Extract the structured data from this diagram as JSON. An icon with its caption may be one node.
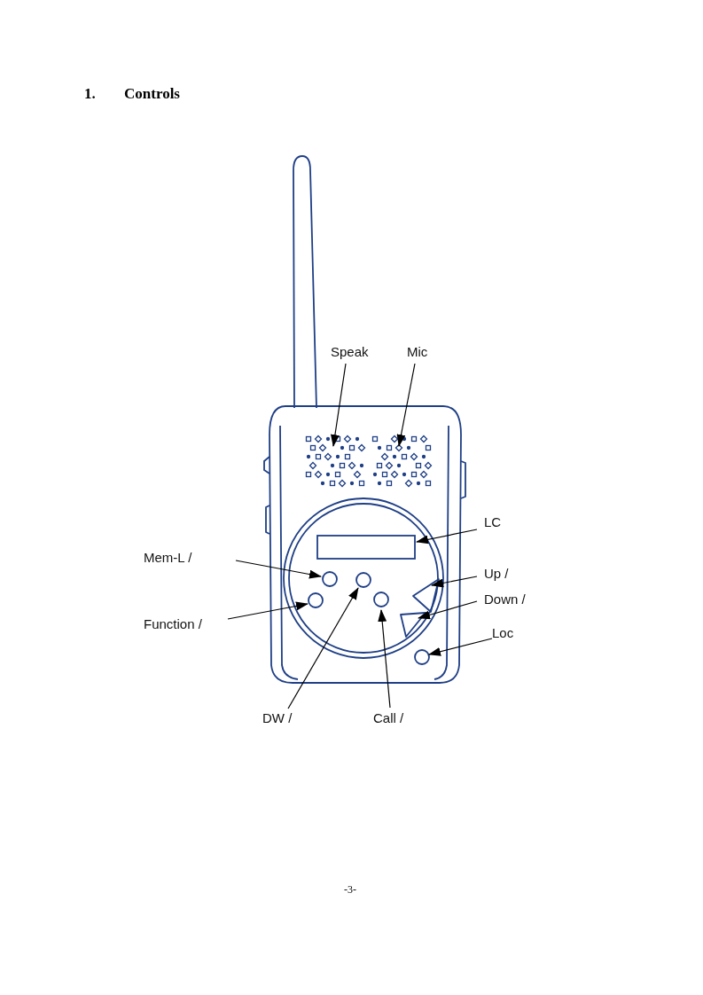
{
  "diagram": {
    "title": "1. Controls",
    "nodes": [
      {
        "text": [
          "Speak"
        ]
      },
      {
        "text": [
          "Mic"
        ]
      },
      {
        "text": [
          "LC"
        ]
      },
      {
        "text": [
          "Mem-L /"
        ]
      },
      {
        "text": [
          "Up /"
        ]
      },
      {
        "text": [
          "Down /"
        ]
      },
      {
        "text": [
          "Function /"
        ]
      },
      {
        "text": [
          "Loc"
        ]
      },
      {
        "text": [
          "DW /"
        ]
      },
      {
        "text": [
          "Call /"
        ]
      },
      {
        "text": [],
        "shape": "grille"
      },
      {
        "text": [],
        "shape": "grille"
      },
      {
        "text": [],
        "shape": "box"
      },
      {
        "text": [],
        "shape": "circle"
      },
      {
        "text": [],
        "shape": "triangle"
      },
      {
        "text": [],
        "shape": "triangle"
      },
      {
        "text": [],
        "shape": "circle"
      },
      {
        "text": [],
        "shape": "circle"
      },
      {
        "text": [],
        "shape": "circle"
      },
      {
        "text": [],
        "shape": "circle"
      }
    ],
    "edges": [
      {
        "from": 0,
        "to": 10,
        "arrow": "to"
      },
      {
        "from": 1,
        "to": 11,
        "arrow": "to"
      },
      {
        "from": 2,
        "to": 12,
        "arrow": "to"
      },
      {
        "from": 3,
        "to": 13,
        "arrow": "to"
      },
      {
        "from": 4,
        "to": 14,
        "arrow": "to"
      },
      {
        "from": 5,
        "to": 15,
        "arrow": "to"
      },
      {
        "from": 6,
        "to": 16,
        "arrow": "to"
      },
      {
        "from": 7,
        "to": 17,
        "arrow": "to"
      },
      {
        "from": 8,
        "to": 18,
        "arrow": "to"
      },
      {
        "from": 9,
        "to": 19,
        "arrow": "to"
      }
    ],
    "labels": [
      "-3-"
    ]
  }
}
